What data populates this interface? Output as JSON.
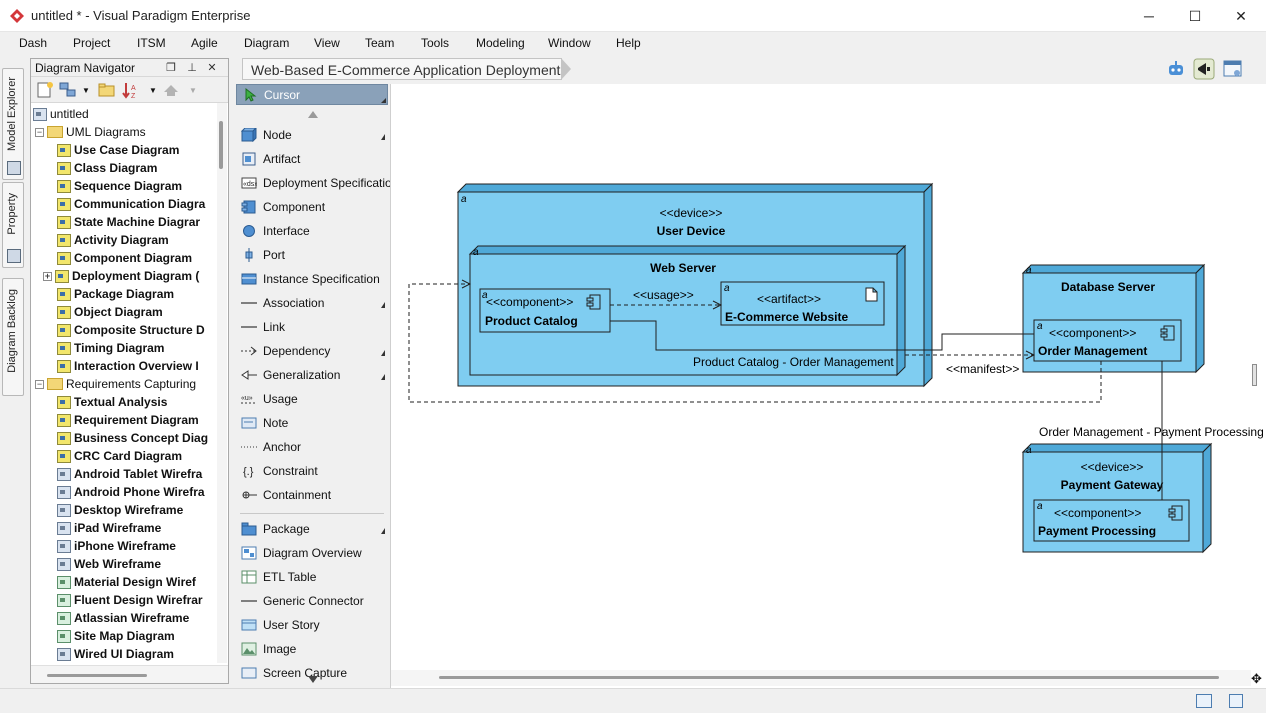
{
  "window": {
    "title": "untitled * - Visual Paradigm Enterprise",
    "minimize_glyph": "─",
    "maximize_glyph": "☐",
    "close_glyph": "✕"
  },
  "menu": [
    "Dash",
    "Project",
    "ITSM",
    "Agile",
    "Diagram",
    "View",
    "Team",
    "Tools",
    "Modeling",
    "Window",
    "Help"
  ],
  "side_tabs": [
    "Model Explorer",
    "Property",
    "Diagram Backlog"
  ],
  "navigator": {
    "title": "Diagram Navigator",
    "tree": [
      {
        "label": "untitled",
        "kind": "root"
      },
      {
        "label": "UML Diagrams",
        "kind": "folder"
      },
      {
        "label": "Use Case Diagram",
        "kind": "diagram"
      },
      {
        "label": "Class Diagram",
        "kind": "diagram"
      },
      {
        "label": "Sequence Diagram",
        "kind": "diagram"
      },
      {
        "label": "Communication Diagra",
        "kind": "diagram"
      },
      {
        "label": "State Machine Diagrar",
        "kind": "diagram"
      },
      {
        "label": "Activity Diagram",
        "kind": "diagram"
      },
      {
        "label": "Component Diagram",
        "kind": "diagram"
      },
      {
        "label": "Deployment Diagram (",
        "kind": "diagram-expandable"
      },
      {
        "label": "Package Diagram",
        "kind": "diagram"
      },
      {
        "label": "Object Diagram",
        "kind": "diagram"
      },
      {
        "label": "Composite Structure D",
        "kind": "diagram"
      },
      {
        "label": "Timing Diagram",
        "kind": "diagram"
      },
      {
        "label": "Interaction Overview I",
        "kind": "diagram"
      },
      {
        "label": "Requirements Capturing",
        "kind": "folder"
      },
      {
        "label": "Textual Analysis",
        "kind": "diagram"
      },
      {
        "label": "Requirement Diagram",
        "kind": "diagram"
      },
      {
        "label": "Business Concept Diag",
        "kind": "diagram"
      },
      {
        "label": "CRC Card Diagram",
        "kind": "diagram"
      },
      {
        "label": "Android Tablet Wirefra",
        "kind": "wire"
      },
      {
        "label": "Android Phone Wirefra",
        "kind": "wire"
      },
      {
        "label": "Desktop Wireframe",
        "kind": "wire"
      },
      {
        "label": "iPad Wireframe",
        "kind": "wire"
      },
      {
        "label": "iPhone Wireframe",
        "kind": "wire"
      },
      {
        "label": "Web Wireframe",
        "kind": "wire"
      },
      {
        "label": "Material Design Wiref",
        "kind": "green"
      },
      {
        "label": "Fluent Design Wirefrar",
        "kind": "green"
      },
      {
        "label": "Atlassian Wireframe",
        "kind": "green"
      },
      {
        "label": "Site Map Diagram",
        "kind": "green"
      },
      {
        "label": "Wired UI Diagram",
        "kind": "wire"
      }
    ]
  },
  "breadcrumb": "Web-Based E-Commerce Application Deployment",
  "palette": {
    "cursor": "Cursor",
    "groups": [
      [
        {
          "label": "Node",
          "icon": "node-icon",
          "more": true
        },
        {
          "label": "Artifact",
          "icon": "artifact-icon",
          "more": false
        },
        {
          "label": "Deployment Specification",
          "icon": "deployment-spec-icon",
          "more": false
        },
        {
          "label": "Component",
          "icon": "component-icon",
          "more": false
        },
        {
          "label": "Interface",
          "icon": "interface-icon",
          "more": false
        },
        {
          "label": "Port",
          "icon": "port-icon",
          "more": false
        },
        {
          "label": "Instance Specification",
          "icon": "instance-spec-icon",
          "more": false
        },
        {
          "label": "Association",
          "icon": "association-icon",
          "more": true
        },
        {
          "label": "Link",
          "icon": "link-icon",
          "more": false
        },
        {
          "label": "Dependency",
          "icon": "dependency-icon",
          "more": true
        },
        {
          "label": "Generalization",
          "icon": "generalization-icon",
          "more": true
        },
        {
          "label": "Usage",
          "icon": "usage-icon",
          "more": false
        },
        {
          "label": "Note",
          "icon": "note-icon",
          "more": false
        },
        {
          "label": "Anchor",
          "icon": "anchor-icon",
          "more": false
        },
        {
          "label": "Constraint",
          "icon": "constraint-icon",
          "more": false
        },
        {
          "label": "Containment",
          "icon": "containment-icon",
          "more": false
        }
      ],
      [
        {
          "label": "Package",
          "icon": "package-icon",
          "more": true
        },
        {
          "label": "Diagram Overview",
          "icon": "diagram-overview-icon",
          "more": false
        },
        {
          "label": "ETL Table",
          "icon": "etl-table-icon",
          "more": false
        },
        {
          "label": "Generic Connector",
          "icon": "generic-connector-icon",
          "more": false
        },
        {
          "label": "User Story",
          "icon": "user-story-icon",
          "more": false
        },
        {
          "label": "Image",
          "icon": "image-icon",
          "more": false
        },
        {
          "label": "Screen Capture",
          "icon": "screen-capture-icon",
          "more": false
        }
      ]
    ]
  },
  "diagram": {
    "user_device": {
      "stereotype": "<<device>>",
      "name": "User Device"
    },
    "web_server": {
      "name": "Web Server"
    },
    "product_catalog": {
      "stereotype": "<<component>>",
      "name": "Product Catalog"
    },
    "ecommerce_site": {
      "stereotype": "<<artifact>>",
      "name": "E-Commerce Website"
    },
    "usage_label": "<<usage>>",
    "db_server": {
      "name": "Database Server"
    },
    "order_mgmt": {
      "stereotype": "<<component>>",
      "name": "Order Management"
    },
    "payment_gateway": {
      "stereotype": "<<device>>",
      "name": "Payment Gateway"
    },
    "payment_proc": {
      "stereotype": "<<component>>",
      "name": "Payment Processing"
    },
    "assoc1_label": "Product Catalog - Order Management",
    "manifest_label": "<<manifest>>",
    "assoc2_label": "Order Management - Payment Processing",
    "anchor_glyph": "a"
  },
  "colors": {
    "node_fill": "#7fcdf1",
    "node_fill_dark": "#4fa9d8",
    "stroke": "#1f1f1f",
    "cursor_bg": "#8aa1b9"
  }
}
